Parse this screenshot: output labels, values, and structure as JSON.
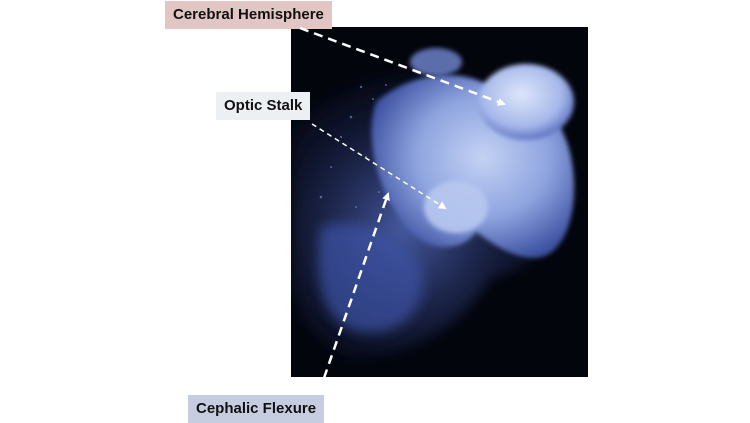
{
  "labels": [
    {
      "id": "cerebral",
      "text": "Cerebral Hemisphere",
      "color": "#e2c6c4"
    },
    {
      "id": "optic",
      "text": "Optic Stalk",
      "color": "#edf0f3"
    },
    {
      "id": "cephalic",
      "text": "Cephalic Flexure",
      "color": "#c7cde0"
    }
  ],
  "colors": {
    "photo_background": "#03050d",
    "tissue": "#7f95d8",
    "tissue_glow": "#c4d2f4",
    "arrow": "#ffffff"
  }
}
